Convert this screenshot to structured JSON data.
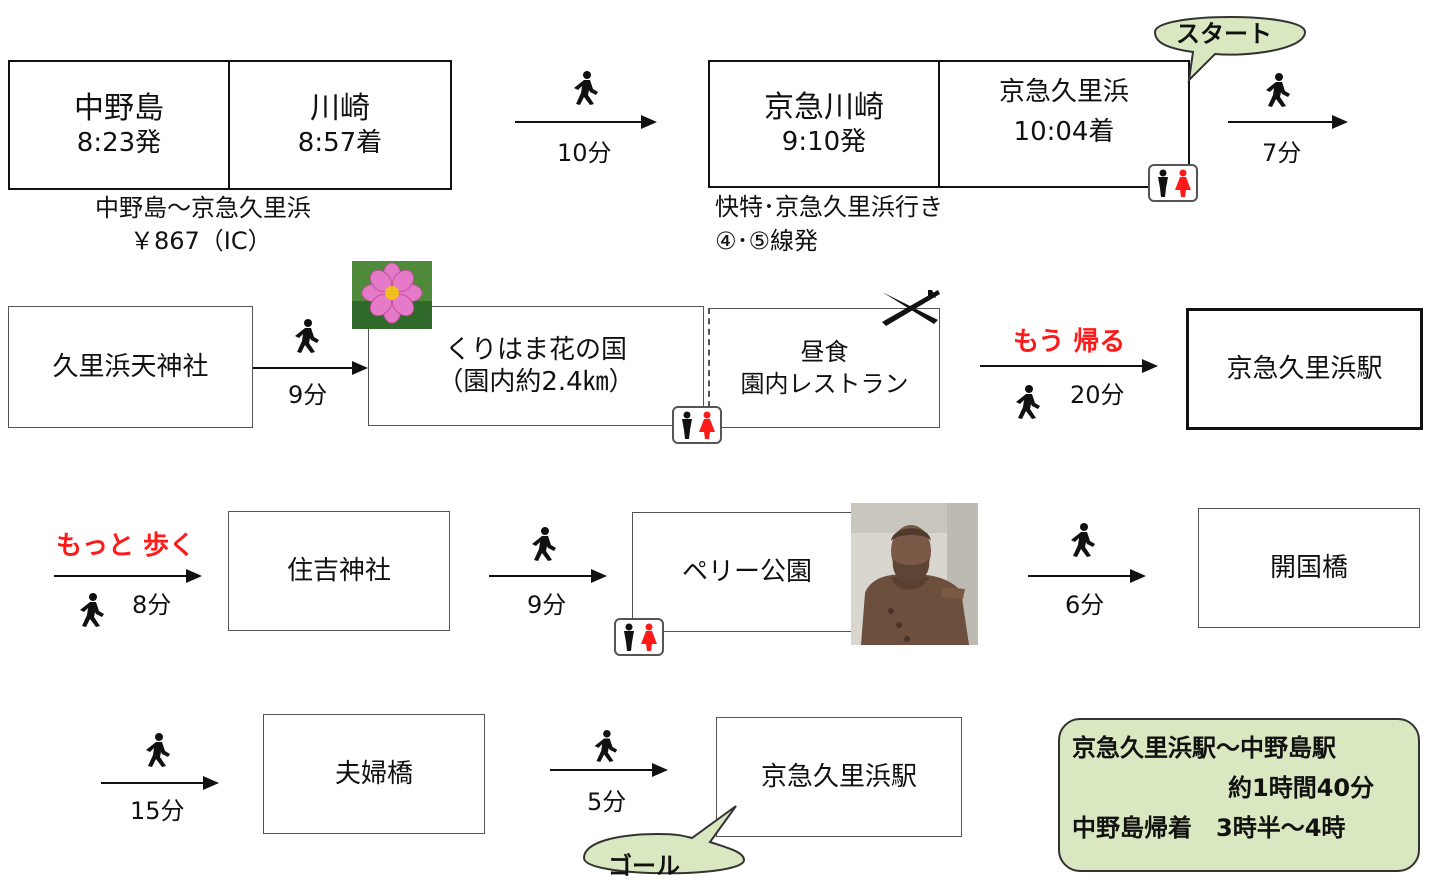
{
  "row1": {
    "box1": {
      "name": "中野島",
      "time": "8:23発"
    },
    "box2": {
      "name": "川崎",
      "time": "8:57着"
    },
    "fare_route": "中野島～京急久里浜",
    "fare": "￥867（IC）",
    "walk1": "10分",
    "box3": {
      "name": "京急川崎",
      "time": "9:10発"
    },
    "box4": {
      "name": "京急久里浜",
      "time": "10:04着"
    },
    "train_note1": "快特･京急久里浜行き",
    "train_note2": "④･⑤線発",
    "start_label": "スタート",
    "walk2": "7分"
  },
  "row2": {
    "box1": "久里浜天神社",
    "walk1": "9分",
    "box2_line1": "くりはま花の国",
    "box2_line2": "（園内約2.4㎞）",
    "lunch_line1": "昼食",
    "lunch_line2": "園内レストラン",
    "option_label": "もう 帰る",
    "walk2": "20分",
    "box3": "京急久里浜駅"
  },
  "row3": {
    "option_label": "もっと 歩く",
    "walk1": "8分",
    "box1": "住吉神社",
    "walk2": "9分",
    "box2": "ペリー公園",
    "walk3": "6分",
    "box3": "開国橋"
  },
  "row4": {
    "walk1": "15分",
    "box1": "夫婦橋",
    "walk2": "5分",
    "box2": "京急久里浜駅",
    "goal_label": "ゴール"
  },
  "summary": {
    "line1": "京急久里浜駅～中野島駅",
    "line2": "約1時間40分",
    "line3": "中野島帰着　3時半～4時"
  },
  "colors": {
    "accent_red": "#ff1a1a",
    "summary_bg": "#d9e8c0",
    "bubble_bg": "#d9e8c0"
  },
  "icons": [
    "walker-icon",
    "restroom-icon",
    "cutlery-icon",
    "cosmos-flower-photo",
    "perry-statue-photo"
  ]
}
